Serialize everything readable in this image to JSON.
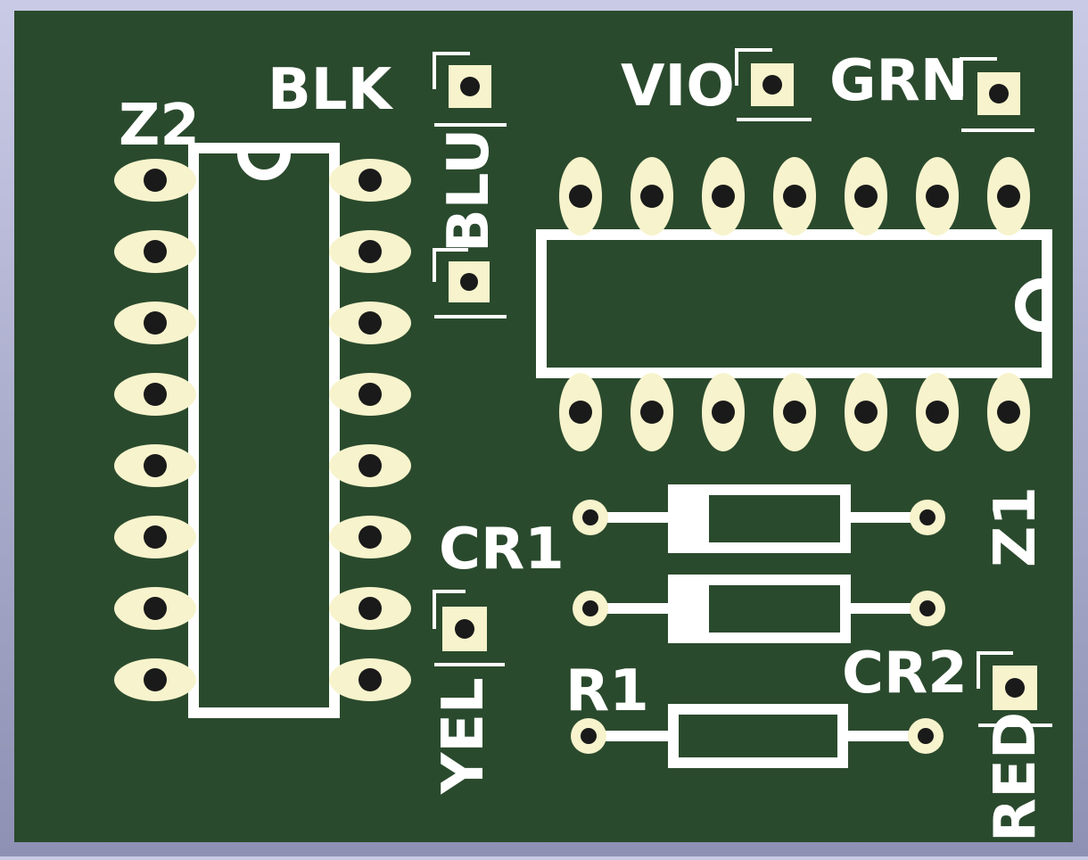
{
  "board": {
    "color": "#2a4a2d",
    "silkscreen_color": "#ffffff",
    "pad_color": "#f7f3cc"
  },
  "labels": {
    "blk": "BLK",
    "z2": "Z2",
    "blu": "BLU",
    "vio": "VIO",
    "grn": "GRN",
    "cr1": "CR1",
    "z1": "Z1",
    "yel": "YEL",
    "r1": "R1",
    "cr2": "CR2",
    "red": "RED"
  },
  "components": [
    {
      "ref": "Z2",
      "kind": "DIP-16",
      "pins": 16
    },
    {
      "ref": "Z1",
      "kind": "DIP-14",
      "pins": 14
    },
    {
      "ref": "CR1",
      "kind": "axial"
    },
    {
      "ref": "CR2",
      "kind": "axial"
    },
    {
      "ref": "R1",
      "kind": "axial"
    },
    {
      "ref": "BLK",
      "kind": "connector"
    },
    {
      "ref": "BLU",
      "kind": "connector"
    },
    {
      "ref": "VIO",
      "kind": "connector"
    },
    {
      "ref": "GRN",
      "kind": "connector"
    },
    {
      "ref": "YEL",
      "kind": "connector"
    },
    {
      "ref": "RED",
      "kind": "connector"
    }
  ]
}
